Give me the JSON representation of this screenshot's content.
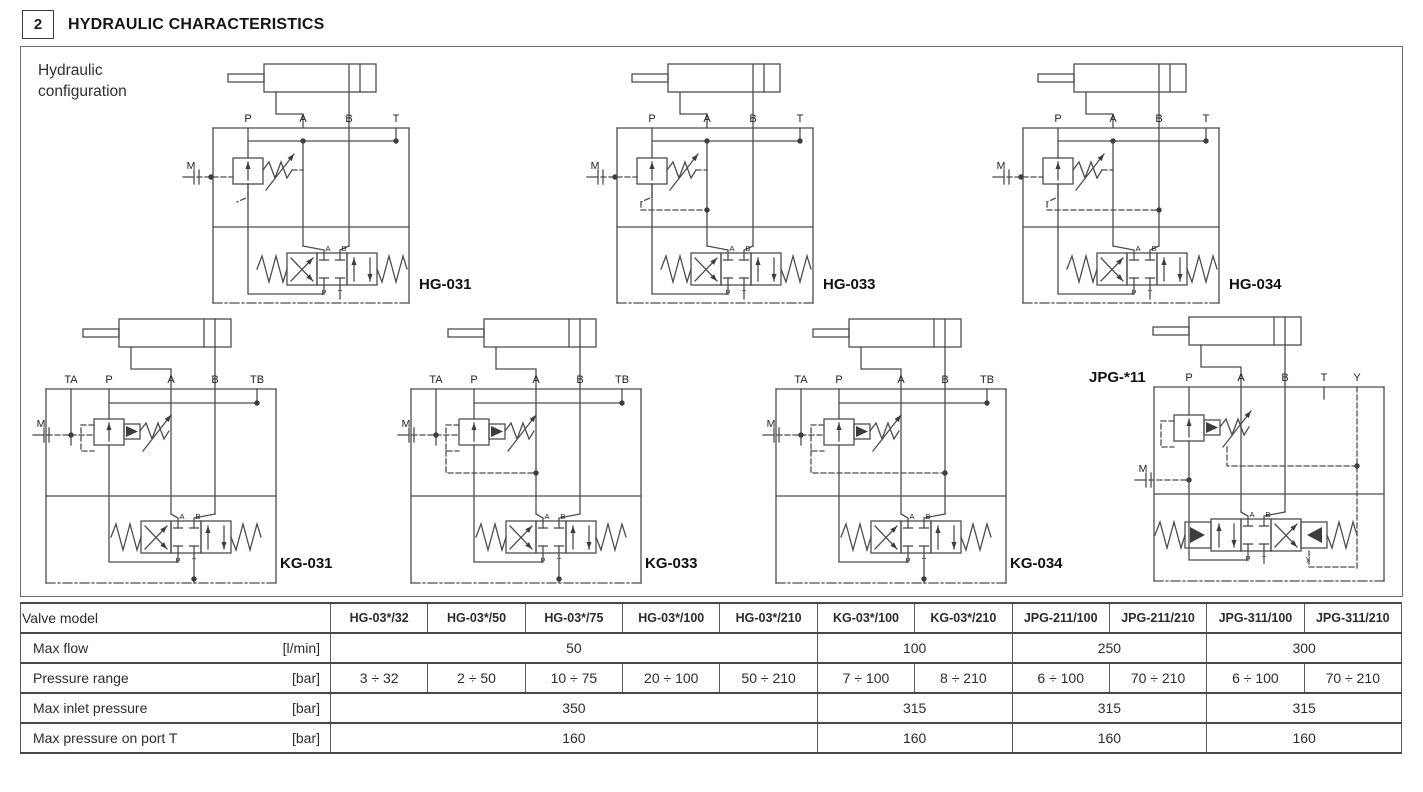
{
  "header": {
    "section_number": "2",
    "title": "HYDRAULIC CHARACTERISTICS"
  },
  "config": {
    "label": "Hydraulic configuration"
  },
  "valve_port_labels": {
    "a": "A",
    "b": "B",
    "p": "P",
    "t": "T",
    "y": "y"
  },
  "diagrams": [
    {
      "id": "hg-031",
      "label": "HG-031",
      "variant": "hg",
      "pilot": "none",
      "ports": [
        "P",
        "A",
        "B",
        "T"
      ],
      "gauge_port": "M"
    },
    {
      "id": "hg-033",
      "label": "HG-033",
      "variant": "hg",
      "pilot": "A",
      "ports": [
        "P",
        "A",
        "B",
        "T"
      ],
      "gauge_port": "M"
    },
    {
      "id": "hg-034",
      "label": "HG-034",
      "variant": "hg",
      "pilot": "B",
      "ports": [
        "P",
        "A",
        "B",
        "T"
      ],
      "gauge_port": "M"
    },
    {
      "id": "kg-031",
      "label": "KG-031",
      "variant": "kg",
      "pilot": "none",
      "ports": [
        "TA",
        "P",
        "A",
        "B",
        "TB"
      ],
      "gauge_port": "M"
    },
    {
      "id": "kg-033",
      "label": "KG-033",
      "variant": "kg",
      "pilot": "A",
      "ports": [
        "TA",
        "P",
        "A",
        "B",
        "TB"
      ],
      "gauge_port": "M"
    },
    {
      "id": "kg-034",
      "label": "KG-034",
      "variant": "kg",
      "pilot": "B",
      "ports": [
        "TA",
        "P",
        "A",
        "B",
        "TB"
      ],
      "gauge_port": "M"
    },
    {
      "id": "jpg-11",
      "label": "JPG-*11",
      "variant": "jpg",
      "pilot": "Y",
      "ports": [
        "P",
        "A",
        "B",
        "T",
        "Y"
      ],
      "gauge_port": "M"
    }
  ],
  "table": {
    "corner_label": "Valve model",
    "columns": [
      "HG-03*/32",
      "HG-03*/50",
      "HG-03*/75",
      "HG-03*/100",
      "HG-03*/210",
      "KG-03*/100",
      "KG-03*/210",
      "JPG-211/100",
      "JPG-211/210",
      "JPG-311/100",
      "JPG-311/210"
    ],
    "rows": [
      {
        "label": "Max flow",
        "unit": "[l/min]",
        "cells": [
          "50",
          "100",
          "250",
          "300"
        ]
      },
      {
        "label": "Pressure range",
        "unit": "[bar]",
        "cells": [
          "3 ÷ 32",
          "2 ÷ 50",
          "10 ÷ 75",
          "20 ÷ 100",
          "50 ÷ 210",
          "7 ÷ 100",
          "8 ÷ 210",
          "6 ÷ 100",
          "70 ÷ 210",
          "6 ÷ 100",
          "70 ÷ 210"
        ]
      },
      {
        "label": "Max inlet pressure",
        "unit": "[bar]",
        "cells": [
          "350",
          "315",
          "315",
          "315"
        ]
      },
      {
        "label": "Max pressure on port T",
        "unit": "[bar]",
        "cells": [
          "160",
          "160",
          "160",
          "160"
        ]
      }
    ]
  }
}
